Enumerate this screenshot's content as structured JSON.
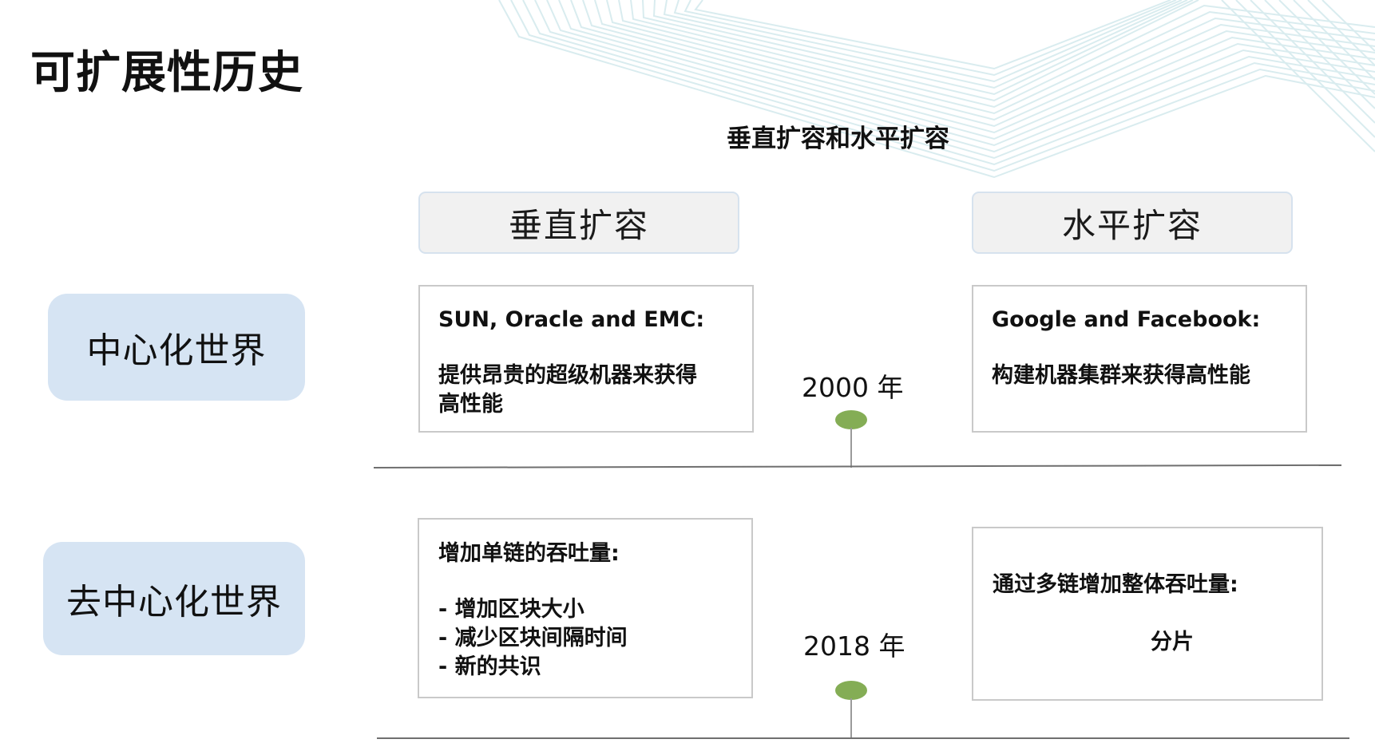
{
  "title": "可扩展性历史",
  "subtitle": "垂直扩容和水平扩容",
  "columns": {
    "vertical": "垂直扩容",
    "horizontal": "水平扩容"
  },
  "rows": {
    "centralized": {
      "label": "中心化世界",
      "year": "2000 年",
      "vertical": {
        "heading": "SUN, Oracle and EMC:",
        "body_1": "提供昂贵的超级机器来获得",
        "body_2": "高性能"
      },
      "horizontal": {
        "heading": "Google and Facebook:",
        "body_1": "构建机器集群来获得高性能"
      }
    },
    "decentralized": {
      "label": "去中心化世界",
      "year": "2018 年",
      "vertical": {
        "heading": "增加单链的吞吐量:",
        "items": [
          "- 增加区块大小",
          "- 减少区块间隔时间",
          "- 新的共识"
        ]
      },
      "horizontal": {
        "heading": "通过多链增加整体吞吐量:",
        "body_1": "分片"
      }
    }
  },
  "colors": {
    "row_label_bg": "#d6e4f3",
    "column_header_bg": "#f1f1f1",
    "timeline_dot": "#84ad55",
    "decor_lines": "#d9ecef"
  }
}
